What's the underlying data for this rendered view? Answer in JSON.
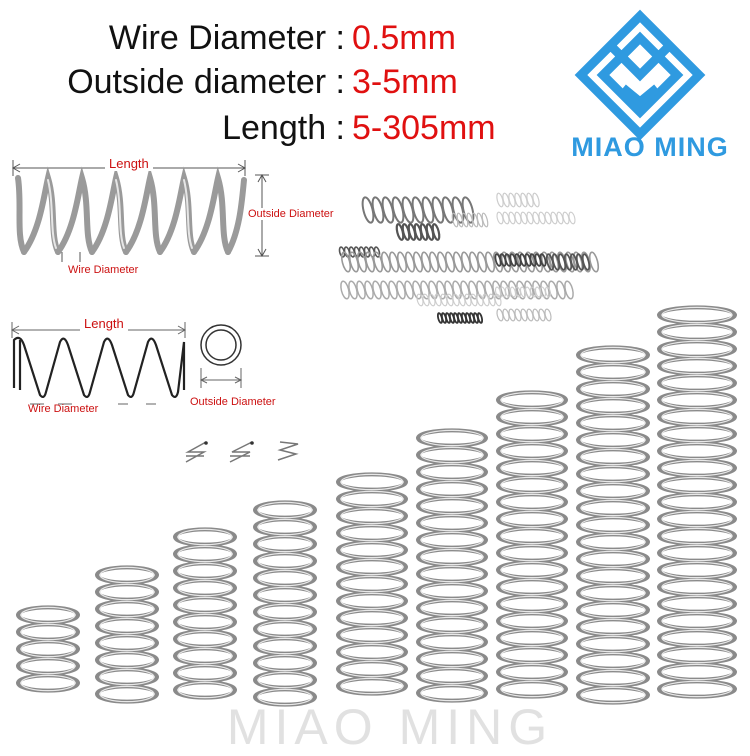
{
  "specs": [
    {
      "label": "Wire  Diameter :",
      "value": "0.5mm"
    },
    {
      "label": "Outside diameter :",
      "value": "3-5mm"
    },
    {
      "label": "Length :",
      "value": "5-305mm"
    }
  ],
  "brand": {
    "name": "MIAO MING",
    "logo_icon": "mm-diamond-logo-icon",
    "color": "#2f9ae0"
  },
  "diagram_top": {
    "length_label": "Length",
    "outside_label": "Outside  Diameter",
    "wire_label": "Wire Diameter"
  },
  "diagram_bottom": {
    "length_label": "Length",
    "wire_label": "Wire Diameter",
    "outside_label": "Outside  Diameter"
  },
  "watermark": "MIAO MING",
  "colors": {
    "label": "#111111",
    "value": "#e01010",
    "annotation": "#cc1111"
  }
}
